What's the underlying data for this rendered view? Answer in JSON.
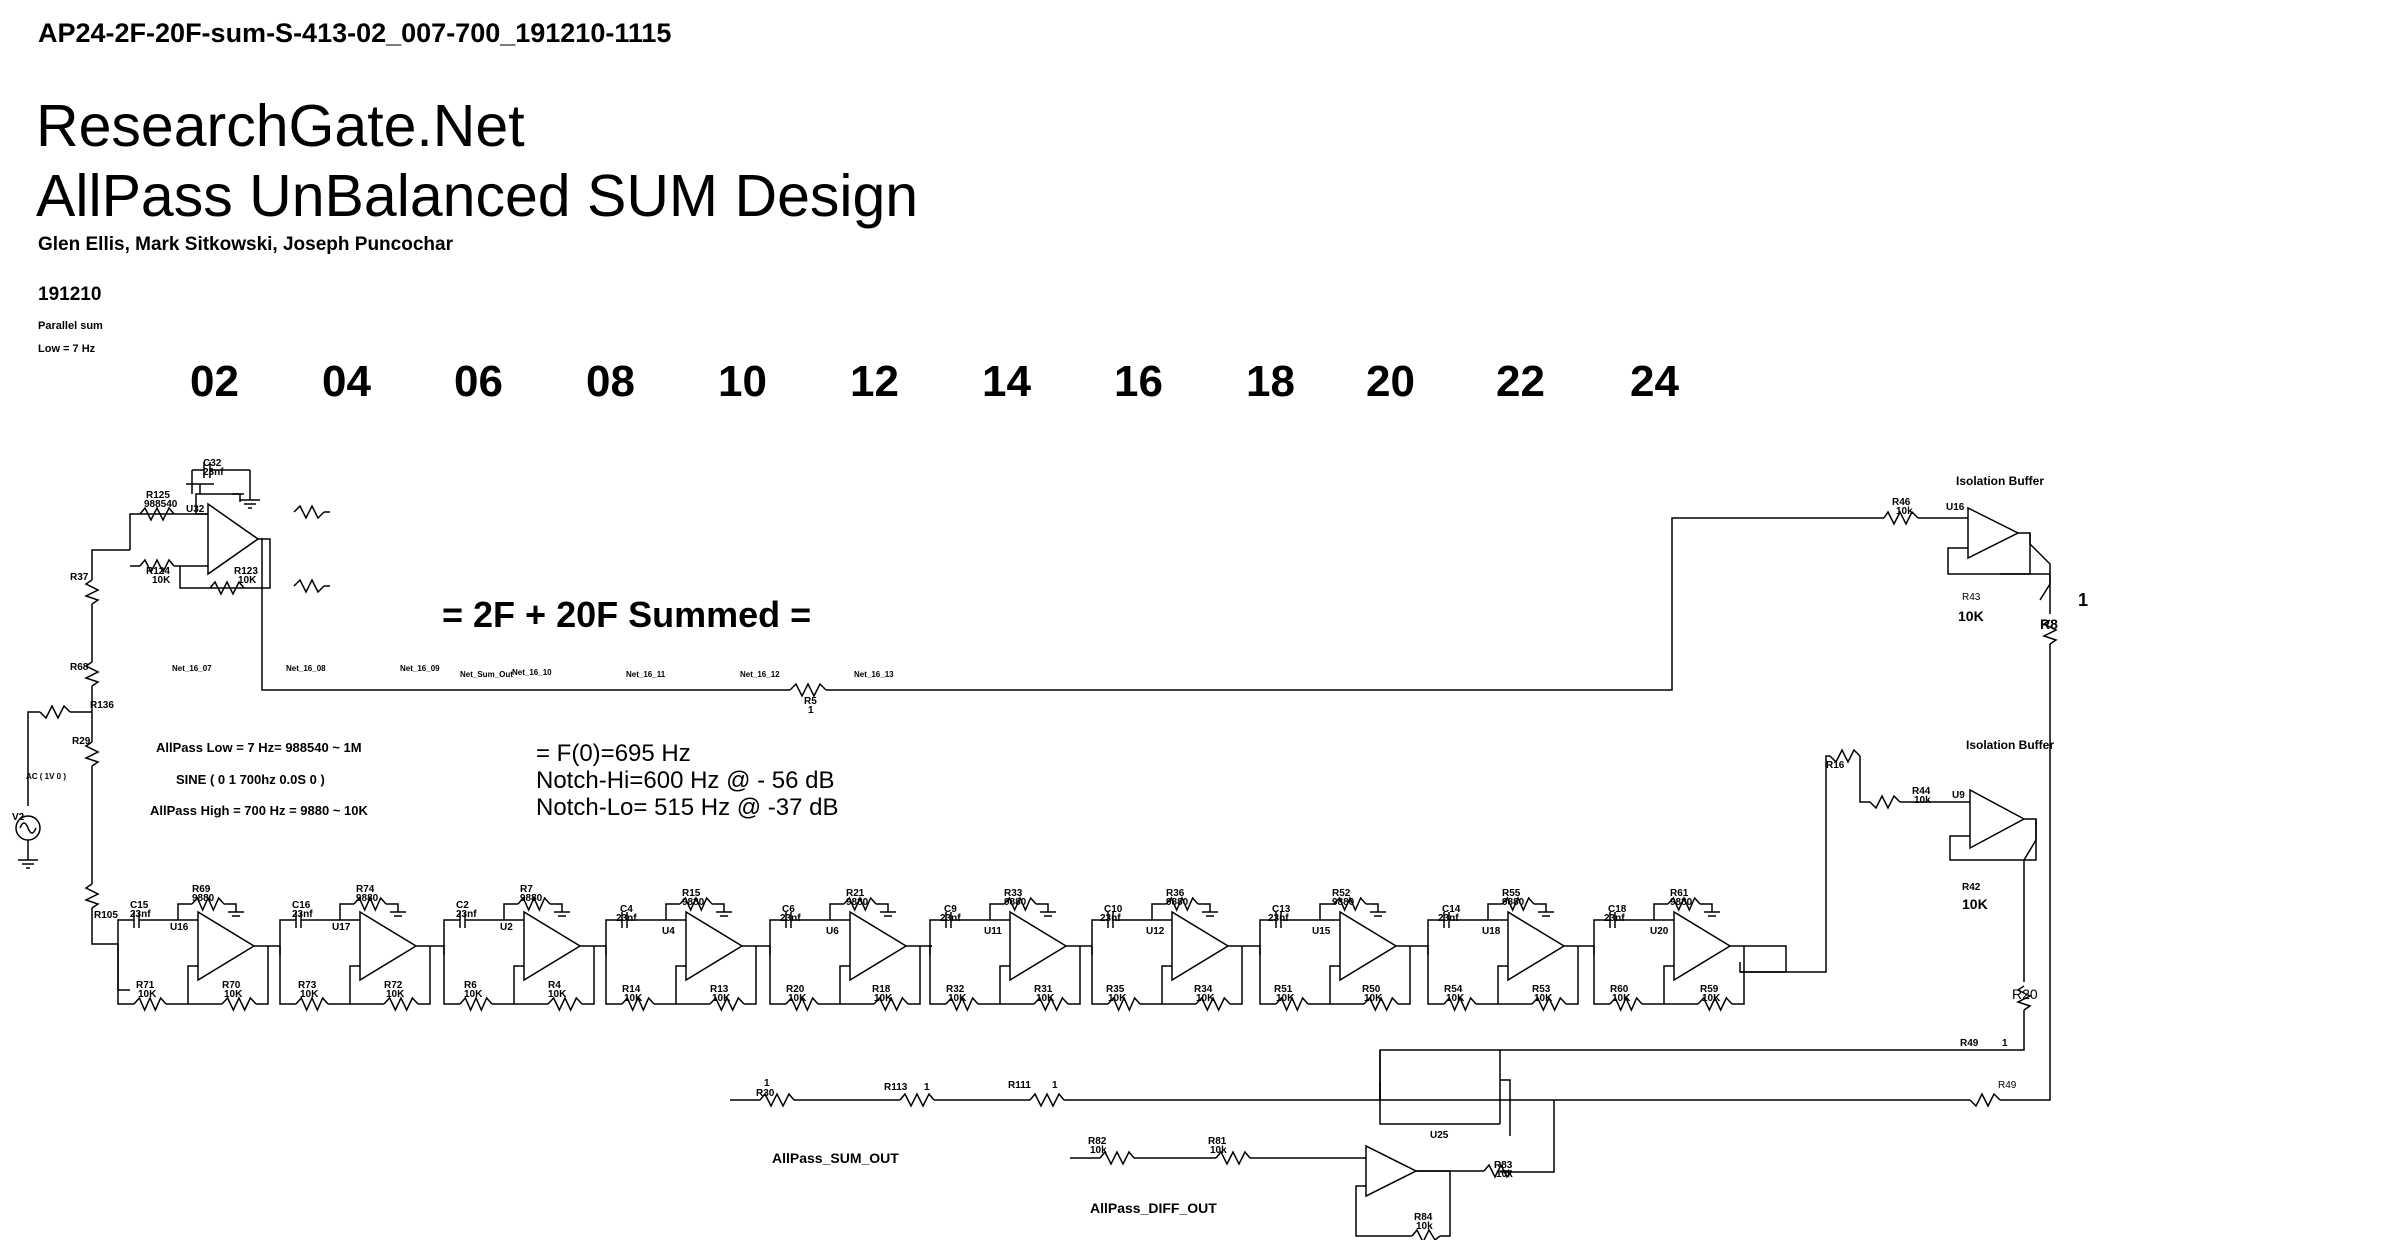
{
  "header": {
    "file_title": "AP24-2F-20F-sum-S-413-02_007-700_191210-1115",
    "site": "ResearchGate.Net",
    "design": "AllPass UnBalanced SUM Design",
    "authors": "Glen Ellis, Mark Sitkowski, Joseph Puncochar",
    "date": "191210",
    "note1": "Parallel sum",
    "note2": "Low = 7 Hz"
  },
  "stages": [
    "02",
    "04",
    "06",
    "08",
    "10",
    "12",
    "14",
    "16",
    "18",
    "20",
    "22",
    "24"
  ],
  "summed_label": "= 2F + 20F Summed =",
  "notes": {
    "allpass_low": "AllPass Low  = 7 Hz=  988540 ~ 1M",
    "sine": "SINE ( 0 1 700hz 0.0S 0 )",
    "allpass_high": "AllPass High = 700 Hz = 9880 ~ 10K",
    "f0": "= F(0)=695 Hz",
    "notch_hi": "Notch-Hi=600 Hz @ - 56 dB",
    "notch_lo": "Notch-Lo= 515 Hz @ -37 dB"
  },
  "nets": [
    "Net_16_07",
    "Net_16_08",
    "Net_16_09",
    "Net_Sum_Out",
    "Net_16_10",
    "Net_16_11",
    "Net_16_12",
    "Net_16_13"
  ],
  "outputs": {
    "sum": "AllPass_SUM_OUT",
    "diff": "AllPass_DIFF_OUT"
  },
  "buffers": {
    "top_label": "Isolation Buffer",
    "bottom_label": "Isolation Buffer",
    "top_r": "10K",
    "bottom_r": "10K",
    "top_ref": "R43",
    "bottom_ref": "R42",
    "r8": "R8",
    "r20": "R20",
    "node1": "1"
  },
  "source": {
    "name": "V2",
    "ac": "AC ( 1V 0 )"
  },
  "top_stage": {
    "cap": "C32",
    "cap_val": "23nf",
    "r125": "R125",
    "r125_val": "988540",
    "r124": "R124",
    "r124_val": "10K",
    "r123": "R123",
    "r123_val": "10K",
    "u": "U32",
    "r37": "R37",
    "r68": "R68",
    "r136": "R136",
    "r29": "R29",
    "r105": "R105"
  },
  "chain": [
    {
      "c": "C15",
      "cv": "23nf",
      "rf": "R69",
      "rfv": "9880",
      "u": "U16",
      "ri": "R71",
      "riv": "10K",
      "ro": "R70",
      "rov": "10K"
    },
    {
      "c": "C16",
      "cv": "23nf",
      "rf": "R74",
      "rfv": "9880",
      "u": "U17",
      "ri": "R73",
      "riv": "10K",
      "ro": "R72",
      "rov": "10K"
    },
    {
      "c": "C2",
      "cv": "23nf",
      "rf": "R7",
      "rfv": "9880",
      "u": "U2",
      "ri": "R6",
      "riv": "10K",
      "ro": "R4",
      "rov": "10K"
    },
    {
      "c": "C4",
      "cv": "23nf",
      "rf": "R15",
      "rfv": "9880",
      "u": "U4",
      "ri": "R14",
      "riv": "10K",
      "ro": "R13",
      "rov": "10K"
    },
    {
      "c": "C6",
      "cv": "23nf",
      "rf": "R21",
      "rfv": "9880",
      "u": "U6",
      "ri": "R20",
      "riv": "10K",
      "ro": "R18",
      "rov": "10K"
    },
    {
      "c": "C9",
      "cv": "23nf",
      "rf": "R33",
      "rfv": "9880",
      "u": "U11",
      "ri": "R32",
      "riv": "10K",
      "ro": "R31",
      "rov": "10K"
    },
    {
      "c": "C10",
      "cv": "23nf",
      "rf": "R36",
      "rfv": "9880",
      "u": "U12",
      "ri": "R35",
      "riv": "10K",
      "ro": "R34",
      "rov": "10K"
    },
    {
      "c": "C13",
      "cv": "23nf",
      "rf": "R52",
      "rfv": "9880",
      "u": "U15",
      "ri": "R51",
      "riv": "10K",
      "ro": "R50",
      "rov": "10K"
    },
    {
      "c": "C14",
      "cv": "23nf",
      "rf": "R55",
      "rfv": "9880",
      "u": "U18",
      "ri": "R54",
      "riv": "10K",
      "ro": "R53",
      "rov": "10K"
    },
    {
      "c": "C18",
      "cv": "23nf",
      "rf": "R61",
      "rfv": "9880",
      "u": "U20",
      "ri": "R60",
      "riv": "10K",
      "ro": "R59",
      "rov": "10K"
    }
  ],
  "bottom": {
    "r30": "R30",
    "r113": "R113",
    "r111": "R111",
    "r82": "R82",
    "r82v": "10k",
    "r81": "R81",
    "r81v": "10k",
    "u25": "U25",
    "r83": "R83",
    "r83v": "10k",
    "r84": "R84",
    "r84v": "10k",
    "r49": "R49",
    "r46": "R46",
    "r46v": "10k",
    "u16": "U16",
    "r44": "R44",
    "r44v": "10k",
    "u9": "U9",
    "r16": "R16",
    "r5": "R5",
    "one": "1"
  }
}
